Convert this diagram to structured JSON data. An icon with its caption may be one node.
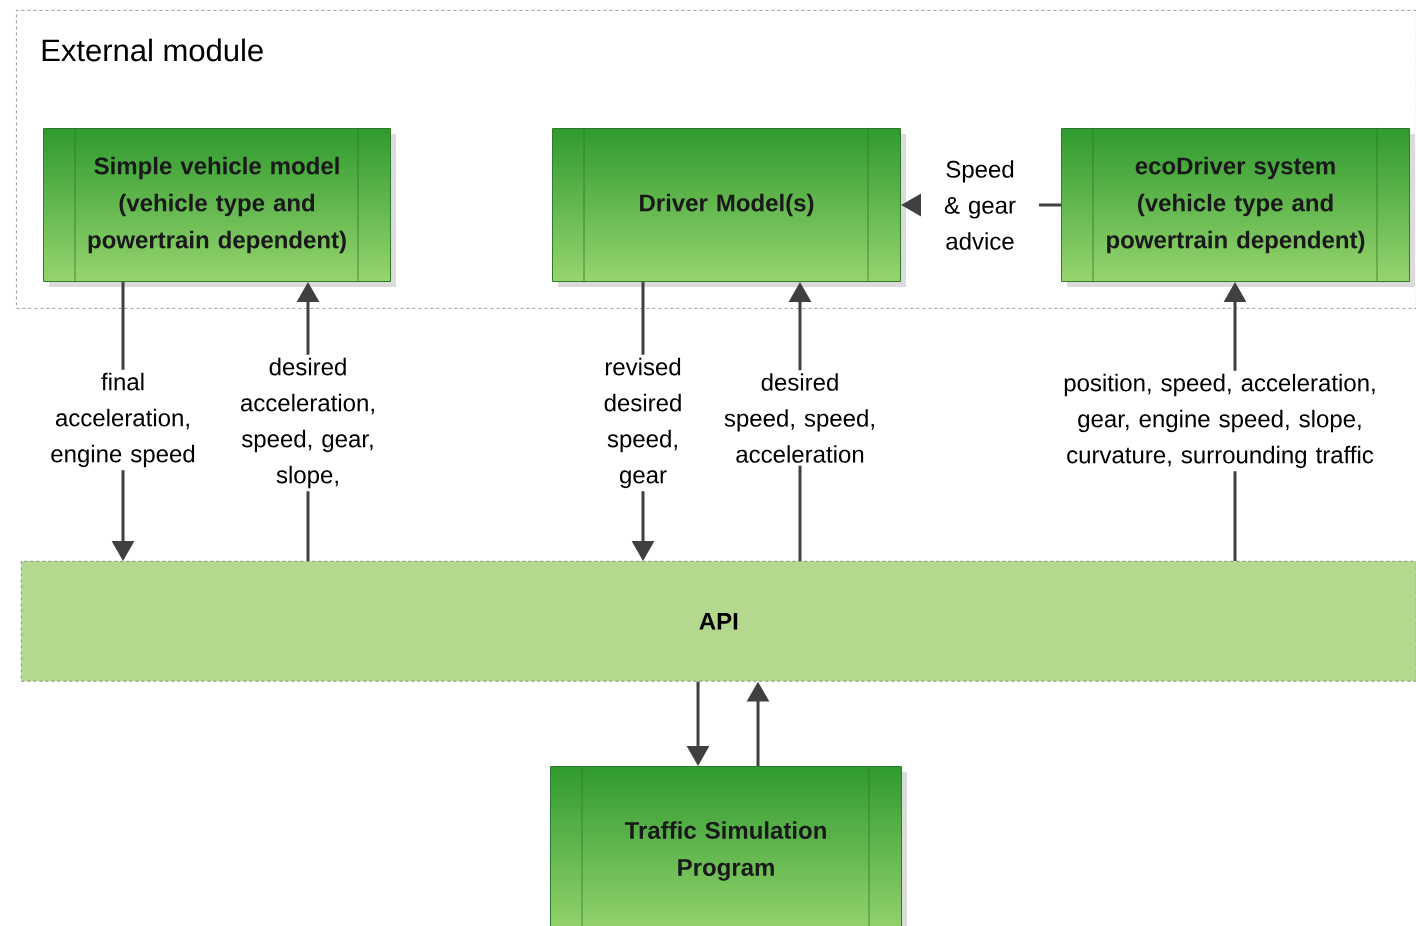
{
  "diagram": {
    "nodes": [
      {
        "text": [
          "External module"
        ]
      },
      {
        "text": [
          "Simple vehicle model (vehicle type and powertrain dependent)"
        ],
        "in": 0
      },
      {
        "text": [
          "Driver Model(s)"
        ],
        "in": 0
      },
      {
        "text": [
          "ecoDriver system (vehicle type and powertrain dependent)"
        ],
        "in": 0
      },
      {
        "text": [
          "API"
        ]
      },
      {
        "text": [
          "Traffic Simulation Program"
        ]
      }
    ],
    "edges": [
      {
        "from": 1,
        "to": 4,
        "arrow": "to",
        "label": "final acceleration, engine speed"
      },
      {
        "from": 4,
        "to": 1,
        "arrow": "to",
        "label": "desired acceleration, speed, gear, slope,"
      },
      {
        "from": 2,
        "to": 4,
        "arrow": "to",
        "label": "revised desired speed, gear"
      },
      {
        "from": 4,
        "to": 2,
        "arrow": "to",
        "label": "desired speed, speed, acceleration"
      },
      {
        "from": 3,
        "to": 2,
        "arrow": "to",
        "label": "Speed & gear advice"
      },
      {
        "from": 4,
        "to": 3,
        "arrow": "to",
        "label": "position, speed, acceleration, gear, engine speed, slope, curvature, surrounding traffic"
      },
      {
        "from": 4,
        "to": 5,
        "arrow": "to"
      },
      {
        "from": 5,
        "to": 4,
        "arrow": "to"
      }
    ]
  }
}
